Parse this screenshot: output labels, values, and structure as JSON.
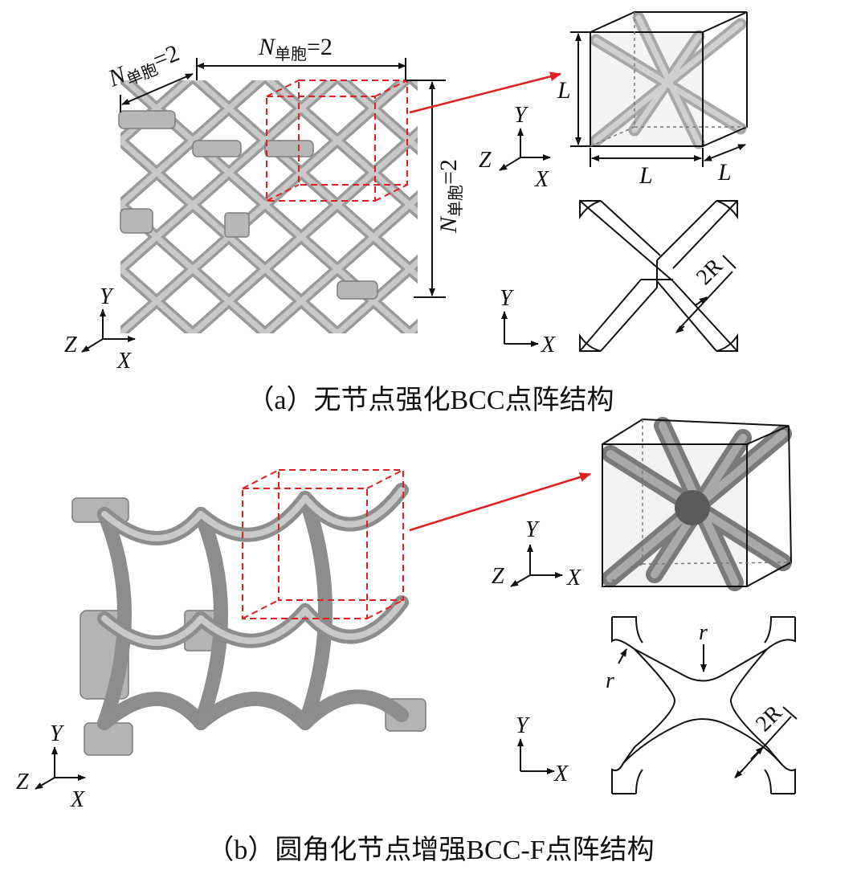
{
  "panel_a": {
    "caption": "（a）无节点强化BCC点阵结构",
    "dim_n_italic": "N",
    "dim_n_sub": "单胞",
    "dim_n_value": "=2",
    "cube_label_L": "L",
    "section_label_2R": "2R",
    "axis_x": "X",
    "axis_y": "Y",
    "axis_z": "Z"
  },
  "panel_b": {
    "caption": "（b）圆角化节点增强BCC-F点阵结构",
    "label_r": "r",
    "section_label_2R": "2R",
    "axis_x": "X",
    "axis_y": "Y",
    "axis_z": "Z"
  },
  "colors": {
    "strut_fill": "#b9b9b9",
    "strut_edge": "#8a8a8a",
    "highlight_dash": "#e02020",
    "arrow": "#e02020",
    "line": "#111111"
  }
}
